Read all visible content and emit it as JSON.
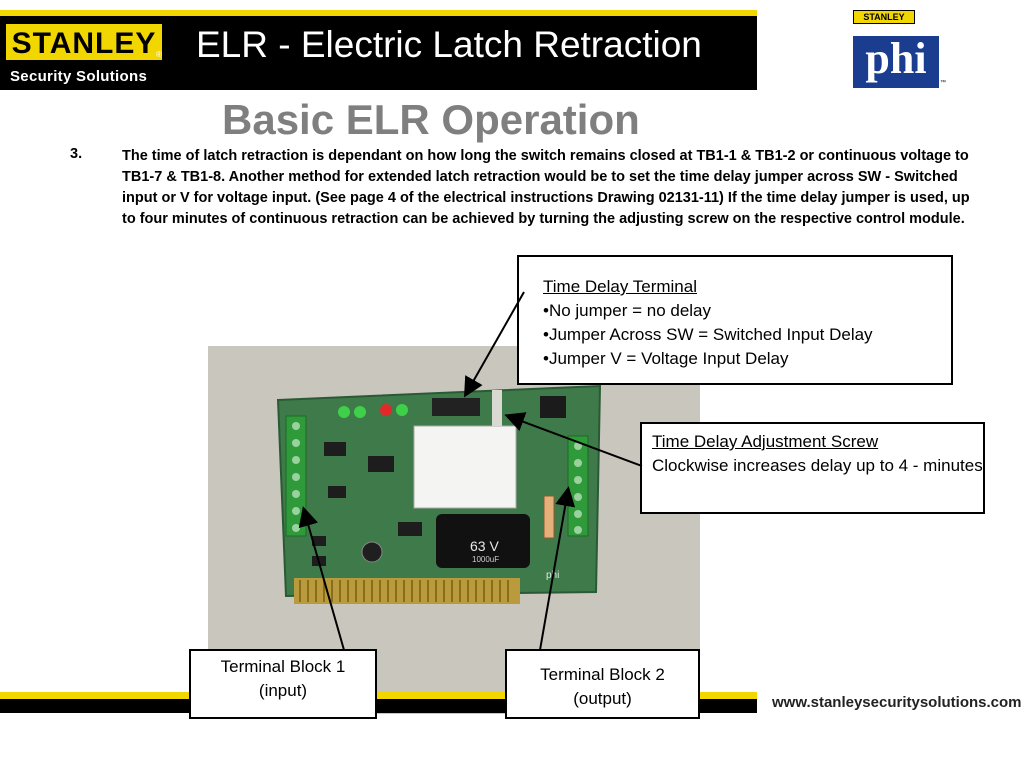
{
  "header": {
    "logo_word": "STANLEY",
    "logo_reg": "®",
    "logo_sub": "Security Solutions",
    "title": "ELR - Electric Latch Retraction",
    "brand_mini": "STANLEY",
    "brand_phi": "phi",
    "brand_tm": "™"
  },
  "slide": {
    "title": "Basic ELR Operation",
    "step_number": "3.",
    "step_text": "The time of latch retraction is dependant on how long the switch remains closed at TB1-1 & TB1-2 or continuous voltage to TB1-7 & TB1-8. Another method for extended latch retraction would be to set the time delay jumper across SW - Switched input or V for voltage input. (See page 4 of the electrical instructions Drawing 02131-11) If the time delay jumper is used, up to four minutes of continuous retraction can be achieved by turning the adjusting screw on the respective control module."
  },
  "callouts": {
    "time_delay_terminal": {
      "heading": "Time Delay Terminal ",
      "items": [
        "•No jumper = no delay",
        "•Jumper Across SW = Switched Input Delay",
        "•Jumper V = Voltage Input Delay"
      ]
    },
    "adjustment_screw": {
      "heading": "Time Delay Adjustment Screw",
      "body": "Clockwise increases delay up to 4 - minutes"
    },
    "terminal_block_1": {
      "line1": "Terminal Block 1",
      "line2": "(input)"
    },
    "terminal_block_2": {
      "line1": "Terminal Block 2",
      "line2": "(output)"
    }
  },
  "photo": {
    "capacitor_text": "63 V",
    "capacitor_sub": "1000uF",
    "board_mark": "phi"
  },
  "footer": {
    "website": "www.stanleysecuritysolutions.com"
  },
  "colors": {
    "accent_yellow": "#f2d600",
    "header_black": "#000000",
    "title_gray": "#7f7f7f",
    "phi_blue": "#1a3d8f",
    "board_green": "#3f7a4a"
  }
}
